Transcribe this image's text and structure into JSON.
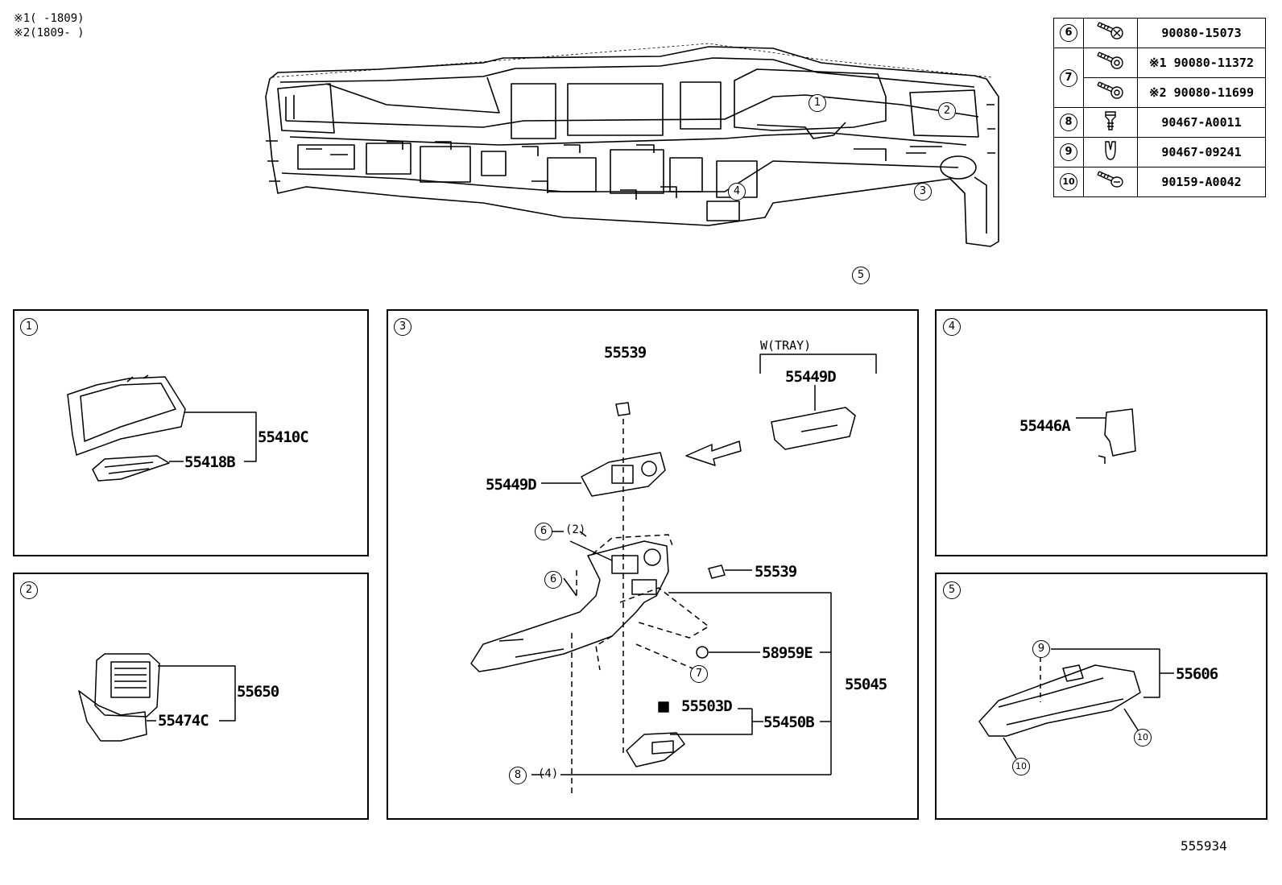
{
  "notes": [
    "※1(     -1809)",
    "※2(1809-     )"
  ],
  "legend": [
    {
      "ref": "6",
      "icon": "bolt-icon",
      "part": "90080-15073"
    },
    {
      "ref": "7",
      "icon": "bolt-icon",
      "part": "※1 90080-11372"
    },
    {
      "ref": "",
      "icon": "bolt-icon",
      "part": "※2 90080-11699"
    },
    {
      "ref": "8",
      "icon": "clip-icon",
      "part": "90467-A0011"
    },
    {
      "ref": "9",
      "icon": "clip-icon",
      "part": "90467-09241"
    },
    {
      "ref": "10",
      "icon": "screw-icon",
      "part": "90159-A0042"
    }
  ],
  "overview_callouts": [
    "1",
    "2",
    "3",
    "4",
    "5"
  ],
  "panel1": {
    "ref": "1",
    "parts": {
      "cluster_panel": "55410C",
      "cluster_lower": "55418B"
    }
  },
  "panel2": {
    "ref": "2",
    "parts": {
      "vent_assy": "55650",
      "vent_bezel": "55474C"
    }
  },
  "panel3": {
    "ref": "3",
    "tray_label": "W(TRAY)",
    "parts": {
      "cap_top": "55539",
      "tray_panel": "55449D",
      "switch_panel": "55449D",
      "cap_right": "55539",
      "plug": "58959E",
      "lower_assy": "55045",
      "pad": "55503D",
      "pocket": "55450B"
    },
    "callouts": {
      "c6a": "6",
      "q6a": "(2)",
      "c6b": "6",
      "c7": "7",
      "c8": "8",
      "q8": "(4)"
    }
  },
  "panel4": {
    "ref": "4",
    "parts": {
      "bracket": "55446A"
    }
  },
  "panel5": {
    "ref": "5",
    "parts": {
      "insulator": "55606"
    },
    "callouts": {
      "c9": "9",
      "c10a": "10",
      "c10b": "10"
    }
  },
  "figure_id": "555934"
}
